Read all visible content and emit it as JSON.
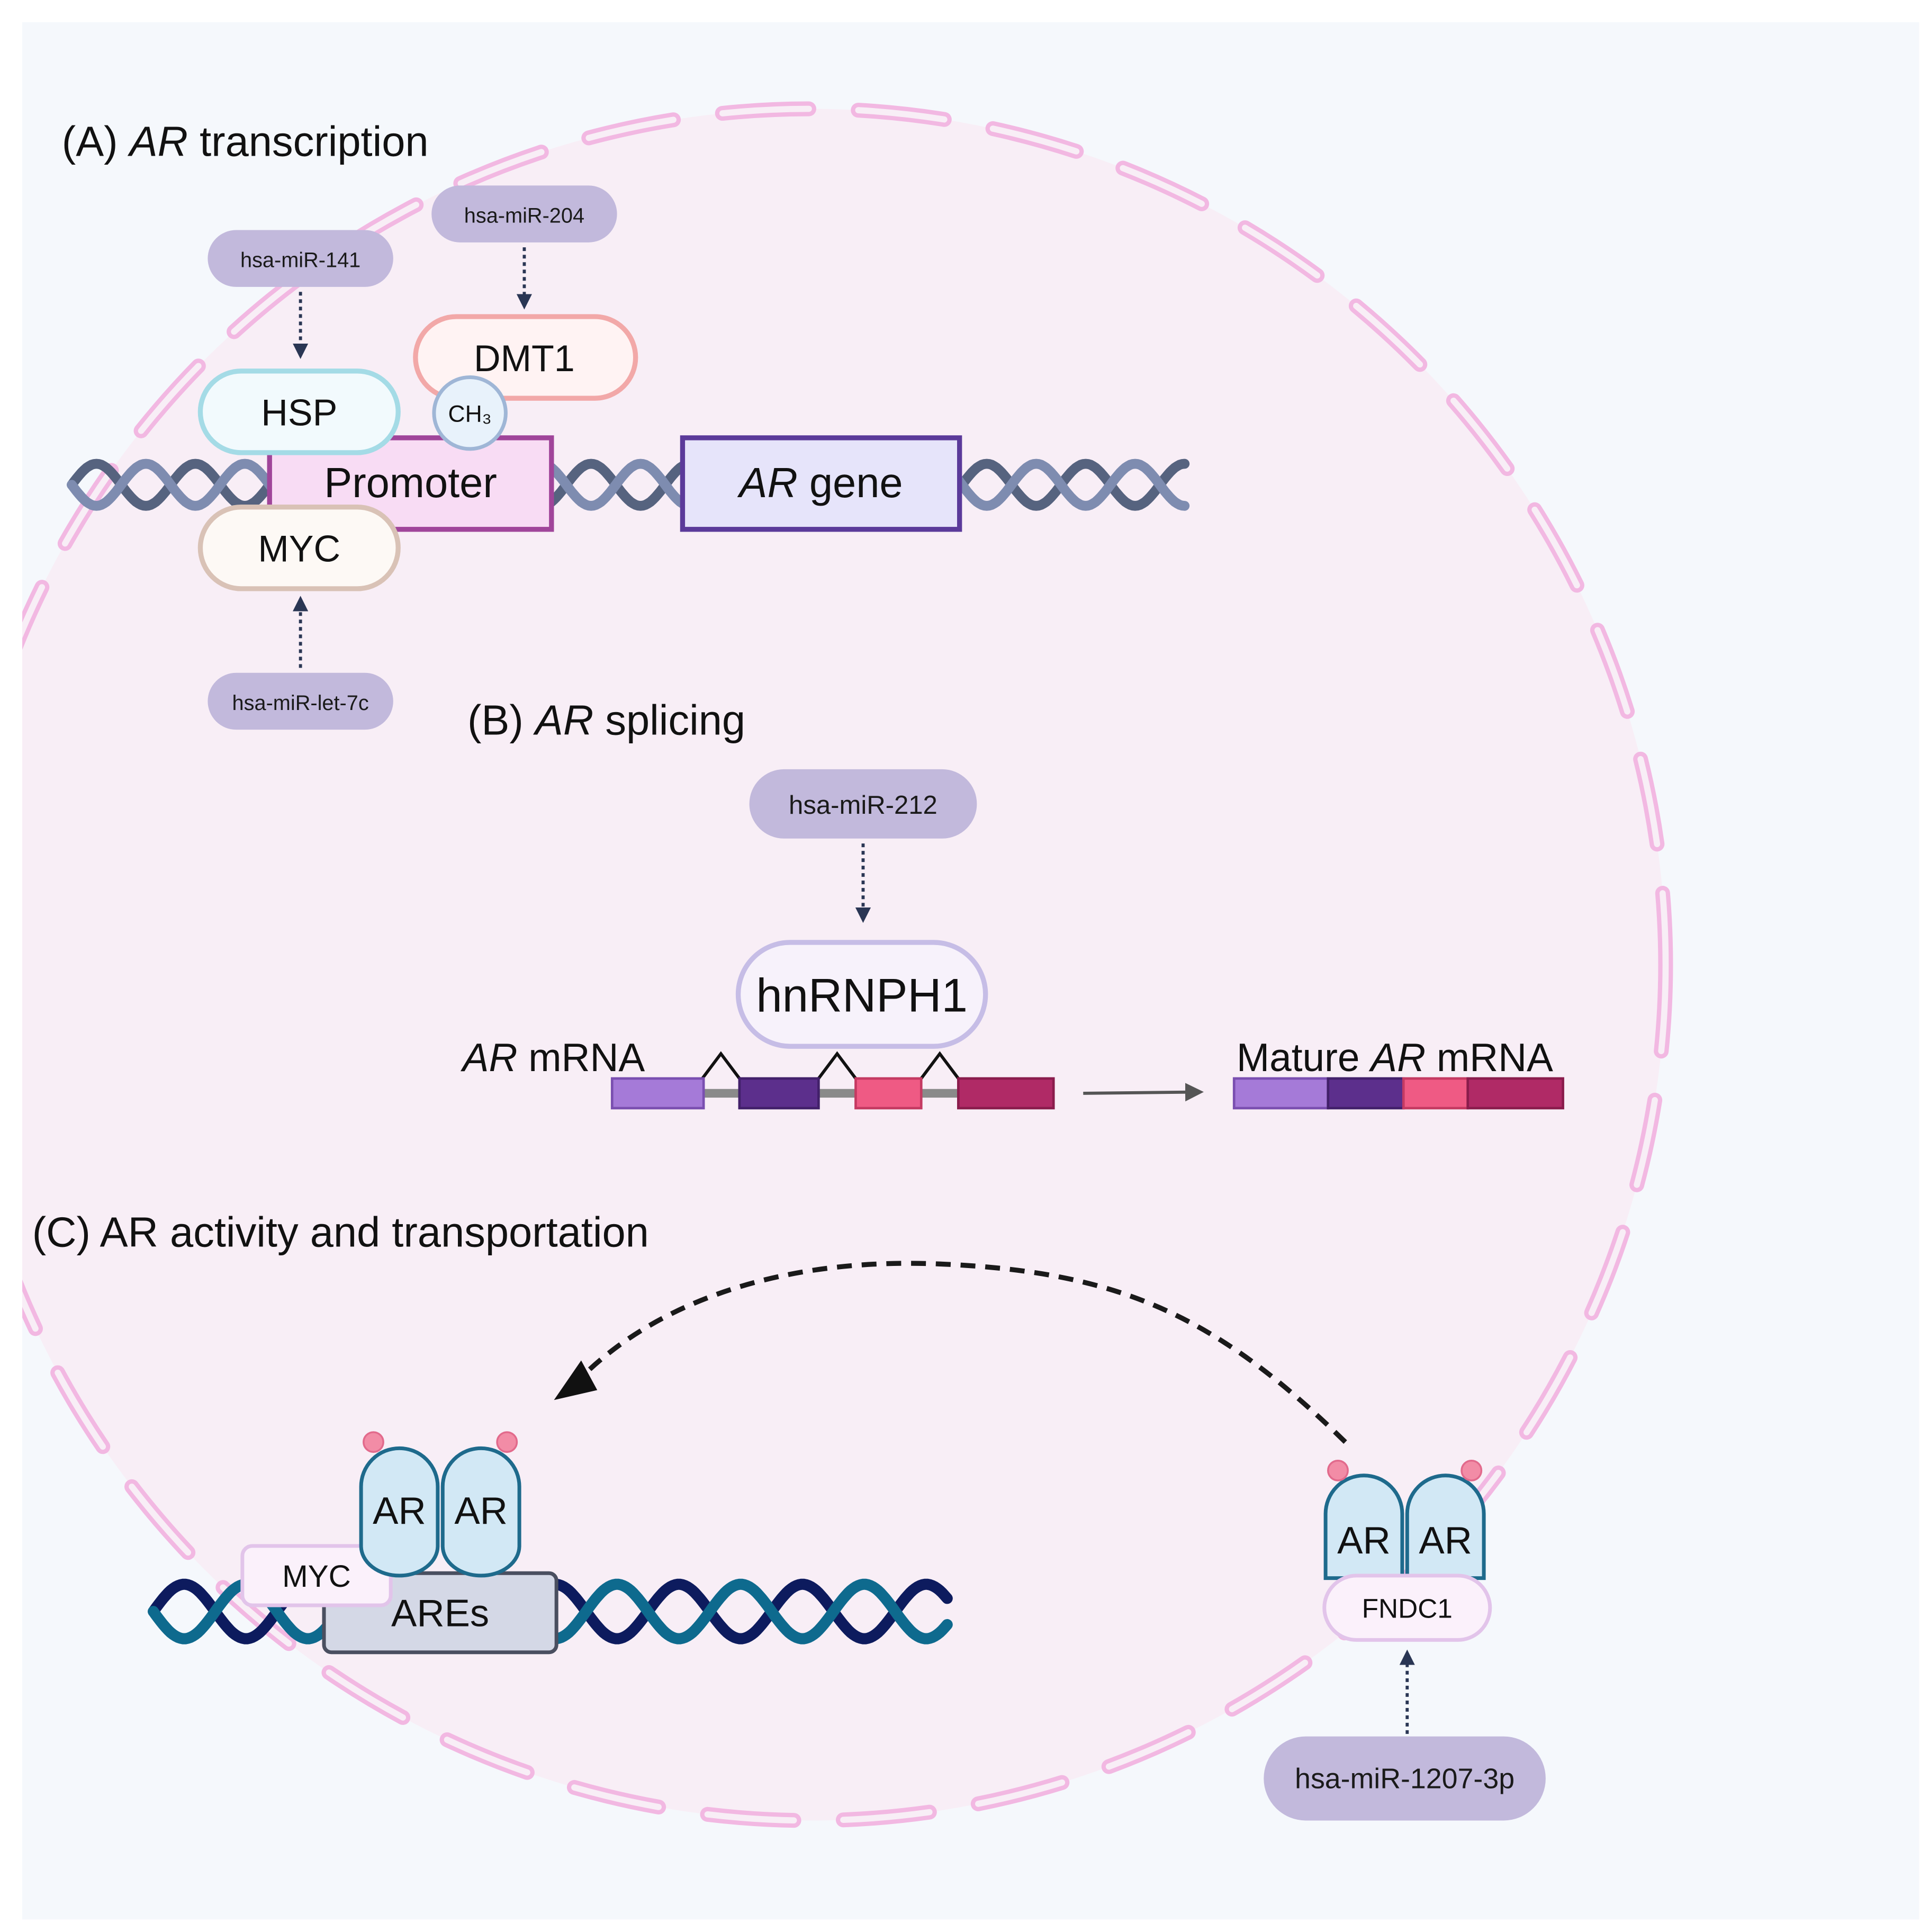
{
  "sections": {
    "a": {
      "prefix": "(A) ",
      "italic": "AR",
      "suffix": " transcription"
    },
    "b": {
      "prefix": "(B) ",
      "italic": "AR",
      "suffix": " splicing"
    },
    "c": {
      "text": "(C) AR activity and transportation"
    }
  },
  "transcription": {
    "mirs": {
      "m141": "hsa-miR-141",
      "m204": "hsa-miR-204",
      "let7c": "hsa-miR-let-7c"
    },
    "hsp": "HSP",
    "dmt1": "DMT1",
    "ch3": "CH₃",
    "myc": "MYC",
    "promoter": "Promoter",
    "gene": {
      "italic": "AR",
      "suffix": " gene"
    }
  },
  "splicing": {
    "mir": "hsa-miR-212",
    "hnrnph1": "hnRNPH1",
    "premrna": {
      "italic": "AR",
      "suffix": " mRNA"
    },
    "mature": {
      "prefix": "Mature ",
      "italic": "AR",
      "suffix": " mRNA"
    }
  },
  "activity": {
    "ar_left": "AR",
    "ar_right": "AR",
    "myc": "MYC",
    "ares": "AREs",
    "fndc1": "FNDC1",
    "mir": "hsa-miR-1207-3p"
  },
  "colors": {
    "background": "#f5f8fc",
    "nucleus_fill": "#f8eef6",
    "nucleus_border": "#f2b8e2",
    "mirna_pill": "#c2b9dc",
    "dna_light": "#7e8cb0",
    "dna_dark": "#56637f",
    "promoter_fill": "#f8dcf4",
    "promoter_border": "#a0459a",
    "gene_fill": "#e6e4fa",
    "gene_border": "#5b3a9a",
    "hsp_border": "#a4dbe6",
    "dmt1_border": "#f2a8a8",
    "myc_border": "#d9c2b6",
    "exon_1": "#a57ad8",
    "exon_2": "#5c2f8c",
    "exon_3": "#ef5a84",
    "exon_4": "#b02a66",
    "ar_fill": "#d2e8f5",
    "ar_border": "#1e6a8c",
    "phospho": "#f28ca6",
    "dna_c_dark": "#0d1b5e",
    "dna_c_light": "#0e6a8e",
    "arrow": "#2a3654"
  }
}
